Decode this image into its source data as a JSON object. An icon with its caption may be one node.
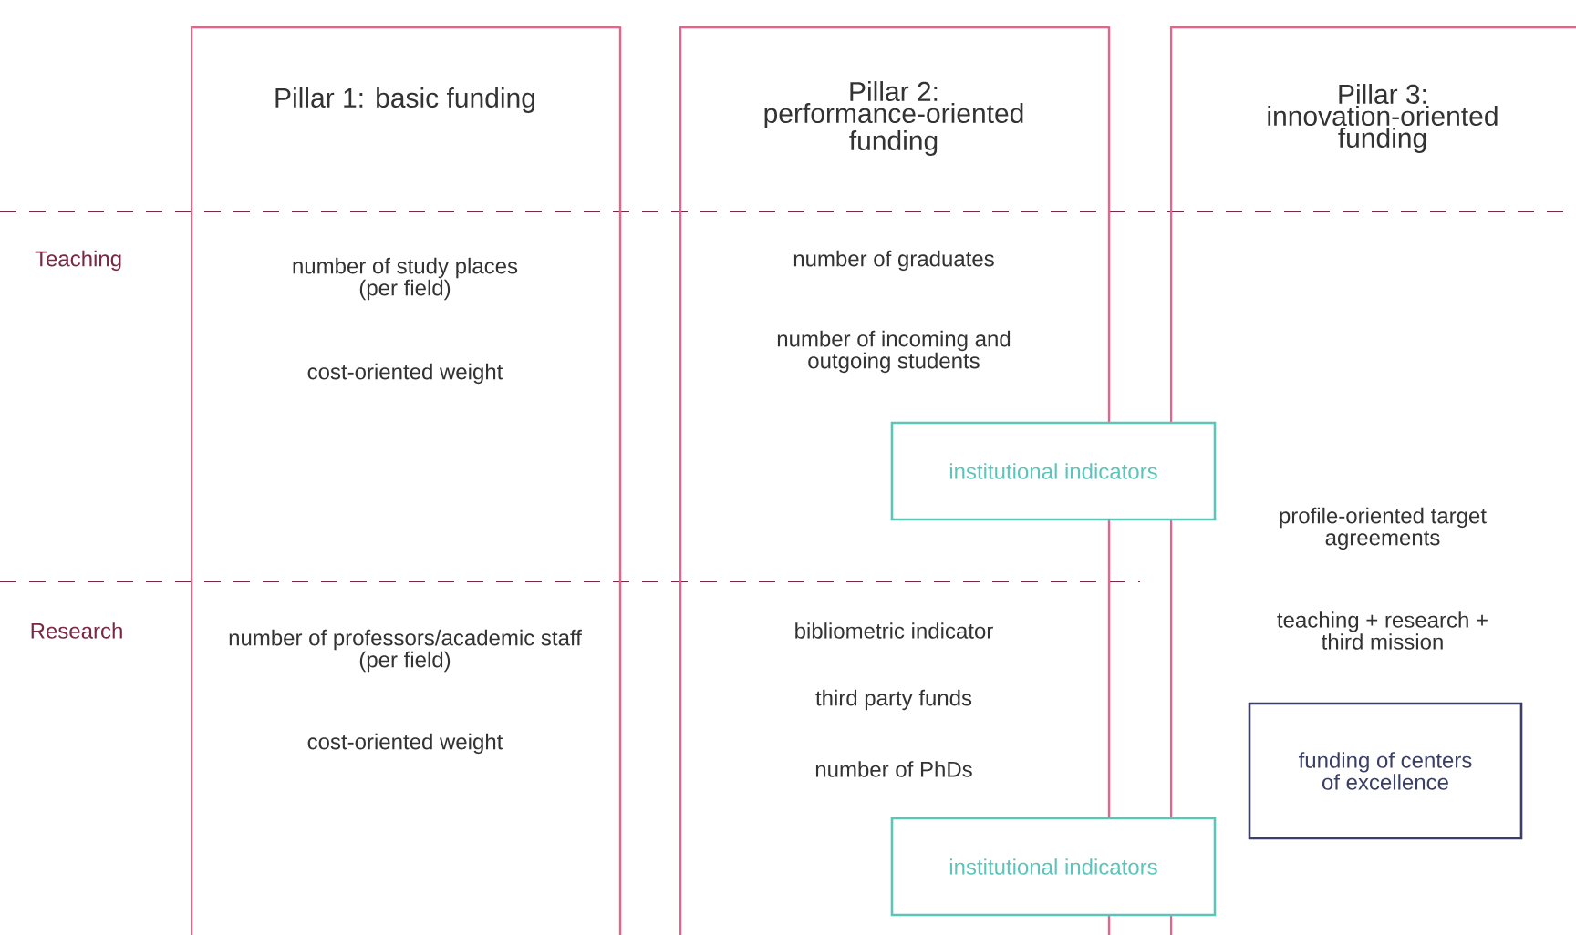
{
  "diagram": {
    "nodes": [
      {
        "text": [
          "Pillar 1: basic funding",
          "number of study places (per field)",
          "cost-oriented weight",
          "number of professors/academic staff (per field)",
          "cost-oriented weight"
        ]
      },
      {
        "text": [
          "Pillar 2: performance-oriented funding",
          "number of graduates",
          "number of incoming and outgoing students",
          "bibliometric indicator",
          "third party funds",
          "number of PhDs"
        ]
      },
      {
        "text": [
          "Pillar 3: innovation-oriented funding",
          "profile-oriented target agreements",
          "teaching + research + third mission"
        ]
      },
      {
        "text": [
          "institutional indicators"
        ]
      },
      {
        "text": [
          "institutional indicators"
        ]
      },
      {
        "text": [
          "funding of centers of excellence"
        ],
        "in": 2
      }
    ],
    "labels": [
      "Teaching",
      "Research"
    ]
  }
}
